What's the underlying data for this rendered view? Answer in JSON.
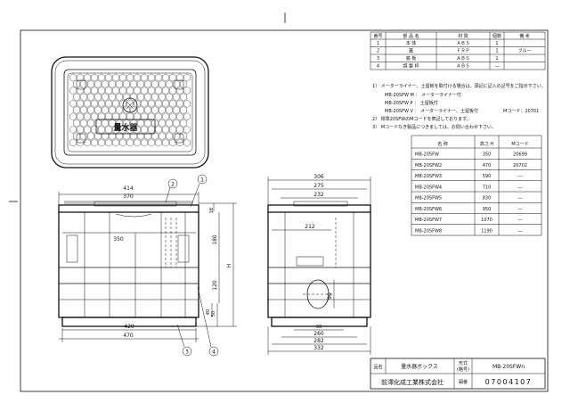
{
  "parts_table": {
    "headers": [
      "番号",
      "部 品 名",
      "材 質",
      "個数",
      "備 考"
    ],
    "rows": [
      [
        "1",
        "本 体",
        "ＡＢＳ",
        "1",
        ""
      ],
      [
        "2",
        "蓋",
        "ＦＲＰ",
        "1",
        "ブルー"
      ],
      [
        "3",
        "底 板",
        "ＡＢＳ",
        "1",
        ""
      ],
      [
        "4",
        "調 整 枠",
        "ＡＢＳ",
        "―",
        ""
      ]
    ]
  },
  "notes": [
    "1） メーターライナー、土留板を取付ける場合は、頭記に記入の記号をご指示下さい。",
    "MB-20SFW M ： メーターライナー付",
    "MB-20SFW P ： 土留板付",
    "MB-20SFW V ： メーターライナー、土留板付",
    "Mコード：20701",
    "2） 標準20SFWのMコードを表記しております。",
    "3） Mコードなき製品につきましては、お問い合わせ下さい。"
  ],
  "model_table": {
    "headers": [
      "名 称",
      "高さ H",
      "Mコード"
    ],
    "rows": [
      [
        "MB-20SFW",
        "350",
        "20699"
      ],
      [
        "MB-20SFW2",
        "470",
        "20702"
      ],
      [
        "MB-20SFW3",
        "590",
        "―"
      ],
      [
        "MB-20SFW4",
        "710",
        "―"
      ],
      [
        "MB-20SFW5",
        "830",
        "―"
      ],
      [
        "MB-20SFW6",
        "950",
        "―"
      ],
      [
        "MB-20SFW7",
        "1070",
        "―"
      ],
      [
        "MB-20SFW8",
        "1190",
        "―"
      ]
    ]
  },
  "lid_text": "量水器",
  "front_dims": {
    "w414": "414",
    "w370": "370",
    "w350": "350",
    "h18": "18",
    "h180": "180",
    "h120": "120",
    "h40": "40",
    "h50": "50",
    "hH": "H",
    "w420": "420",
    "w470": "470"
  },
  "side_dims": {
    "w306": "306",
    "w275": "275",
    "w232": "232",
    "w212": "212",
    "h90": "90",
    "w260": "260",
    "w282": "282",
    "w332": "332"
  },
  "balloons": [
    "1",
    "2",
    "3",
    "4"
  ],
  "title_block": {
    "name_label": "品名",
    "name_value": "量水器ボックス",
    "model_label": "形式",
    "model_sub": "(略号)",
    "model_value": "MB-20SFWn",
    "company": "前澤化成工業株式会社",
    "dwg_label": "図番",
    "dwg_value": "07004107"
  }
}
